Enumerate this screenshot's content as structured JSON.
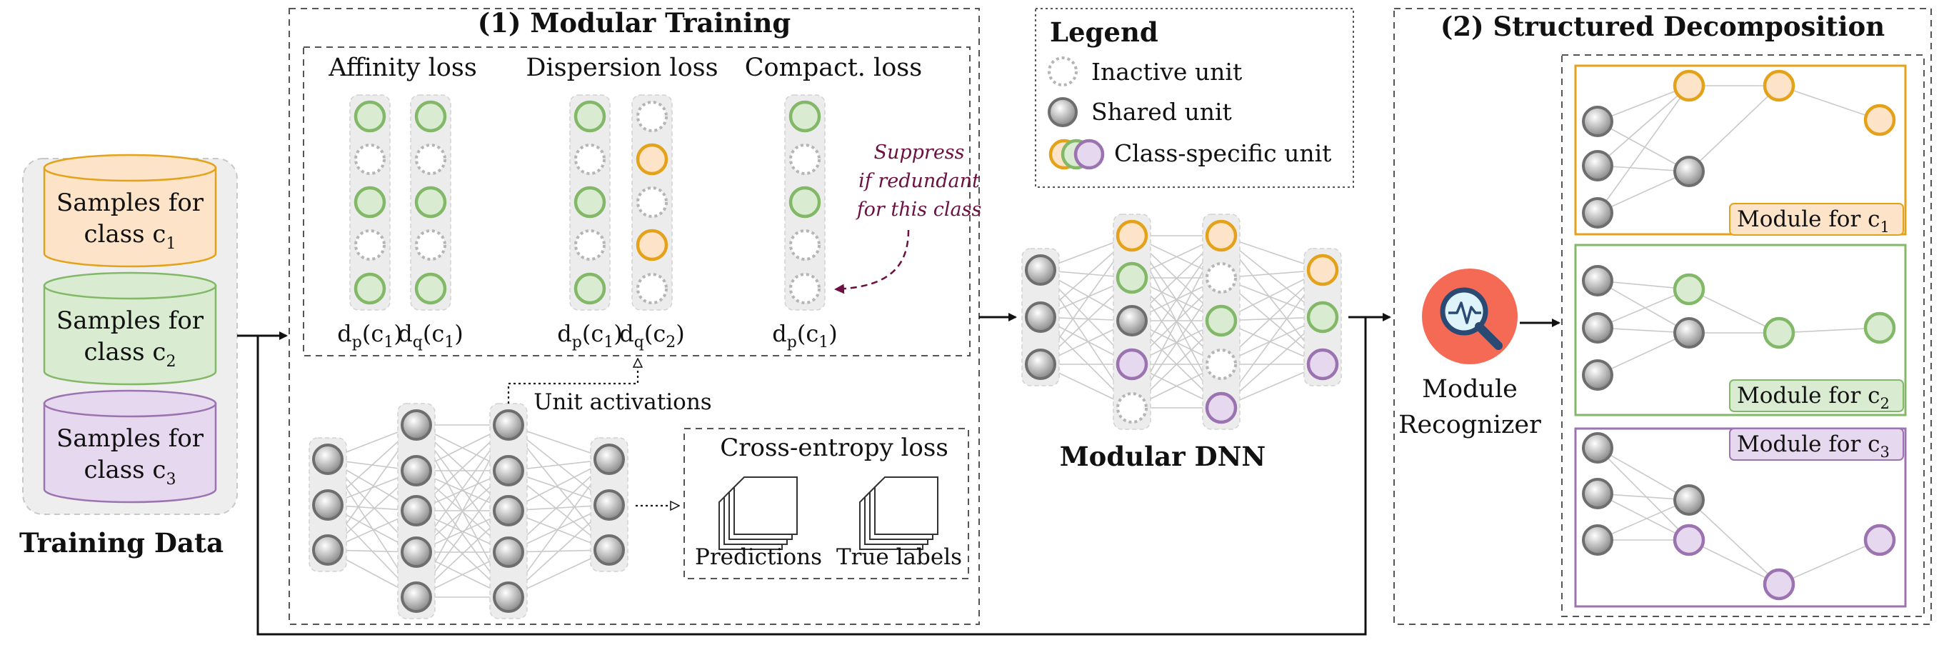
{
  "colors": {
    "orange": "#e3a21a",
    "orange_fill": "#fde4c8",
    "green": "#82b867",
    "green_fill": "#d9ecd2",
    "purple": "#9b73b0",
    "purple_fill": "#e6d8ee",
    "shared": "#6e6e6e",
    "inactive": "#b5b5b5",
    "recognizer": "#f56a55",
    "suppress_text": "#6b1040"
  },
  "training_data": {
    "label": "Training Data",
    "samples": [
      {
        "line1": "Samples for",
        "line2": "class c",
        "sub": "1"
      },
      {
        "line1": "Samples for",
        "line2": "class c",
        "sub": "2"
      },
      {
        "line1": "Samples for",
        "line2": "class c",
        "sub": "3"
      }
    ]
  },
  "modular_training": {
    "title": "(1) Modular Training",
    "losses": {
      "affinity": "Affinity loss",
      "dispersion": "Dispersion loss",
      "compact": "Compact. loss"
    },
    "suppress": [
      "Suppress",
      "if redundant",
      "for this class"
    ],
    "dist": [
      {
        "d": "d",
        "s": "p",
        "c": "(c",
        "n": "1",
        "e": ")"
      },
      {
        "d": "d",
        "s": "q",
        "c": "(c",
        "n": "1",
        "e": ")"
      },
      {
        "d": "d",
        "s": "p",
        "c": "(c",
        "n": "1",
        "e": ")"
      },
      {
        "d": "d",
        "s": "q",
        "c": "(c",
        "n": "2",
        "e": ")"
      },
      {
        "d": "d",
        "s": "p",
        "c": "(c",
        "n": "1",
        "e": ")"
      }
    ],
    "unit_activations": "Unit activations",
    "cross_entropy": {
      "title": "Cross-entropy loss",
      "predictions": "Predictions",
      "true_labels": "True labels"
    }
  },
  "legend": {
    "title": "Legend",
    "inactive": "Inactive unit",
    "shared": "Shared unit",
    "class_specific": "Class-specific unit"
  },
  "modular_dnn": {
    "label": "Modular DNN"
  },
  "structured_decomposition": {
    "title": "(2) Structured Decomposition",
    "recognizer": [
      "Module",
      "Recognizer"
    ],
    "modules": [
      {
        "label": "Module for c",
        "sub": "1"
      },
      {
        "label": "Module for c",
        "sub": "2"
      },
      {
        "label": "Module for c",
        "sub": "3"
      }
    ]
  }
}
